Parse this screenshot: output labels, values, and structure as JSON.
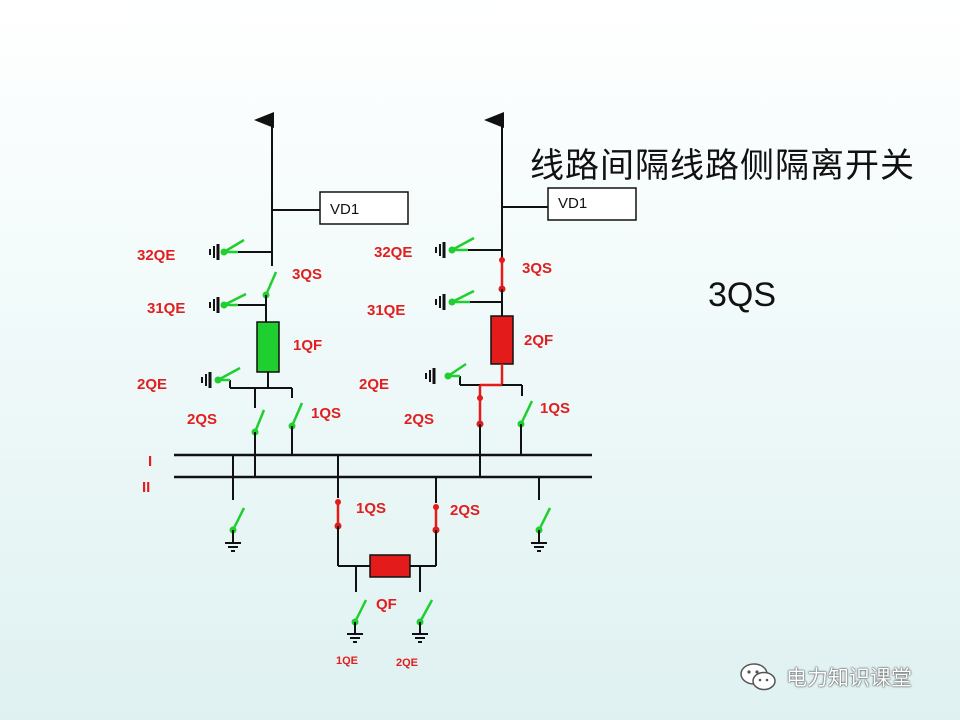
{
  "title": "线路间隔线路侧隔离开关",
  "highlight": "3QS",
  "watermark": "电力知识课堂",
  "colors": {
    "label_red": "#e02020",
    "closed_red": "#e31b1b",
    "open_green": "#1fcf2f",
    "line": "#111111"
  },
  "labels": {
    "vd1_left": "VD1",
    "vd1_right": "VD1",
    "qe32_left": "32QE",
    "qe32_right": "32QE",
    "qs3_left": "3QS",
    "qs3_right": "3QS",
    "qe31_left": "31QE",
    "qe31_right": "31QE",
    "qf1": "1QF",
    "qf2": "2QF",
    "qe2_left": "2QE",
    "qe2_right": "2QE",
    "qs2_left": "2QS",
    "qs2_right": "2QS",
    "qs1_left": "1QS",
    "qs1_right": "1QS",
    "bus1": "I",
    "bus2": "II",
    "tie_qs1": "1QS",
    "tie_qs2": "2QS",
    "tie_qf": "QF",
    "tie_qe1": "1QE",
    "tie_qe2": "2QE"
  },
  "states": {
    "left_bay": "open",
    "right_bay": "closed",
    "bus_tie": "closed"
  }
}
